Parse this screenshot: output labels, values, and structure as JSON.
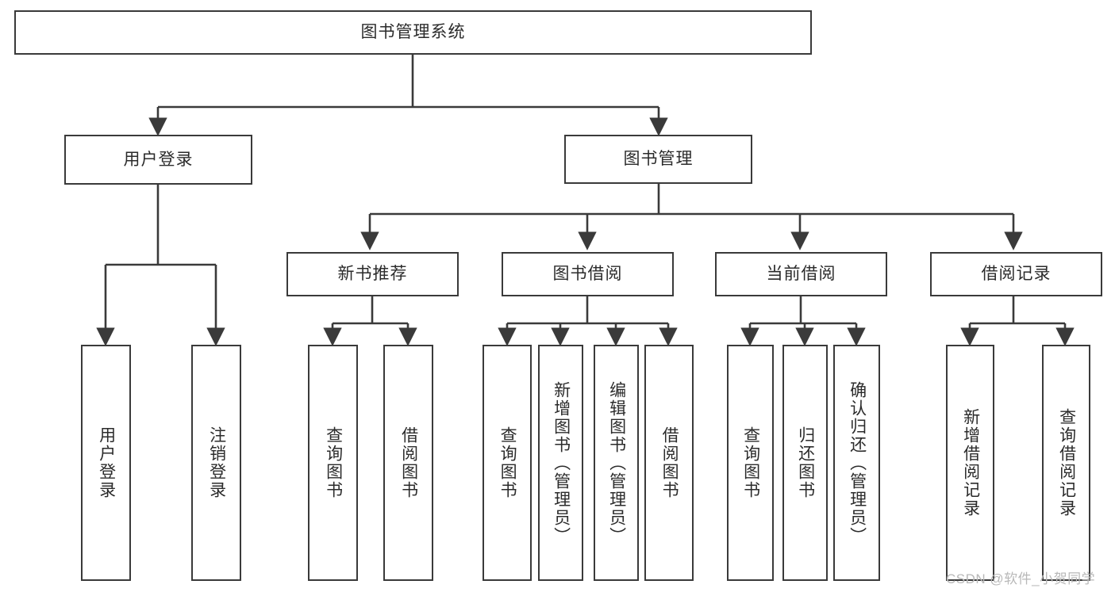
{
  "diagram": {
    "type": "tree",
    "title": "图书管理系统",
    "watermark": "CSDN @软件_小贺同学",
    "colors": {
      "border": "#3a3a3a",
      "line": "#3a3a3a",
      "text": "#2b2b2b",
      "background": "#ffffff",
      "watermark": "#b8b8b8"
    },
    "nodes": {
      "root": {
        "label": "图书管理系统"
      },
      "level1": [
        {
          "label": "用户登录"
        },
        {
          "label": "图书管理"
        }
      ],
      "level2": [
        {
          "label": "新书推荐"
        },
        {
          "label": "图书借阅"
        },
        {
          "label": "当前借阅"
        },
        {
          "label": "借阅记录"
        }
      ],
      "leaves": [
        {
          "label": "用户登录",
          "parent": "用户登录"
        },
        {
          "label": "注销登录",
          "parent": "用户登录"
        },
        {
          "label": "查询图书",
          "parent": "新书推荐"
        },
        {
          "label": "借阅图书",
          "parent": "新书推荐"
        },
        {
          "label": "查询图书",
          "parent": "图书借阅"
        },
        {
          "label": "新增图书（管理员）",
          "parent": "图书借阅"
        },
        {
          "label": "编辑图书（管理员）",
          "parent": "图书借阅"
        },
        {
          "label": "借阅图书",
          "parent": "图书借阅"
        },
        {
          "label": "查询图书",
          "parent": "当前借阅"
        },
        {
          "label": "归还图书",
          "parent": "当前借阅"
        },
        {
          "label": "确认归还（管理员）",
          "parent": "当前借阅"
        },
        {
          "label": "新增借阅记录",
          "parent": "借阅记录"
        },
        {
          "label": "查询借阅记录",
          "parent": "借阅记录"
        }
      ]
    }
  }
}
